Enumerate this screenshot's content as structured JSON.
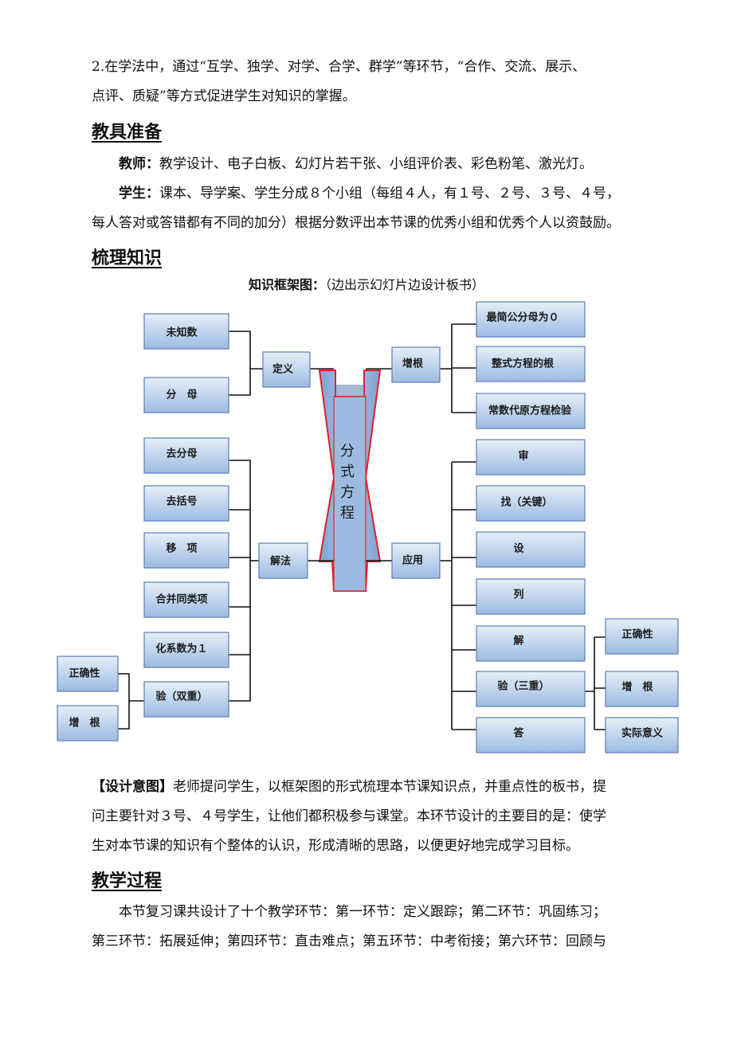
{
  "intro": {
    "line1": "2.在学法中，通过“互学、独学、对学、合学、群学”等环节，“合作、交流、展示、",
    "line2": "点评、质疑”等方式促进学生对知识的掌握。"
  },
  "tools": {
    "heading": "教具准备",
    "teacher_label": "教师：",
    "teacher_text": "教学设计、电子白板、幻灯片若干张、小组评价表、彩色粉笔、激光灯。",
    "student_label": "学生：",
    "student_text_1": "课本、导学案、学生分成８个小组（每组４人，有１号、２号、３号、４号，",
    "student_text_2": "每人答对或答错都有不同的加分）根据分数评出本节课的优秀小组和优秀个人以资鼓励。"
  },
  "review": {
    "heading": "梳理知识",
    "caption_lead": "知识框架图：",
    "caption_rest": "（边出示幻灯片边设计板书）"
  },
  "diagram": {
    "center": [
      "分",
      "式",
      "方",
      "程"
    ],
    "definition": {
      "label": "定义",
      "items": [
        "未知数",
        "分　母"
      ]
    },
    "solution": {
      "label": "解法",
      "items": [
        "去分母",
        "去括号",
        "移　项",
        "合并同类项",
        "化系数为１",
        "验（双重）"
      ],
      "check_items": [
        "正确性",
        "增　根"
      ]
    },
    "extraneous": {
      "label": "增根",
      "items": [
        "最简公分母为０",
        "整式方程的根",
        "常数代原方程检验"
      ]
    },
    "application": {
      "label": "应用",
      "items": [
        "审",
        "找（关键）",
        "设",
        "列",
        "解",
        "验（三重）",
        "答"
      ],
      "check_items": [
        "正确性",
        "增　根",
        "实际意义"
      ]
    }
  },
  "design": {
    "label": "【设计意图】",
    "line1": "老师提问学生，以框架图的形式梳理本节课知识点，并重点性的板书，提",
    "line2": "问主要针对３号、４号学生，让他们都积极参与课堂。本环节设计的主要目的是：使学",
    "line3": "生对本节课的知识有个整体的认识，形成清晰的思路，以便更好地完成学习目标。"
  },
  "process": {
    "heading": "教学过程",
    "line1": "本节复习课共设计了十个教学环节：第一环节：定义跟踪；第二环节：巩固练习；",
    "line2": "第三环节：拓展延伸；第四环节：直击难点；第五环节：中考衔接；第六环节：回顾与"
  }
}
